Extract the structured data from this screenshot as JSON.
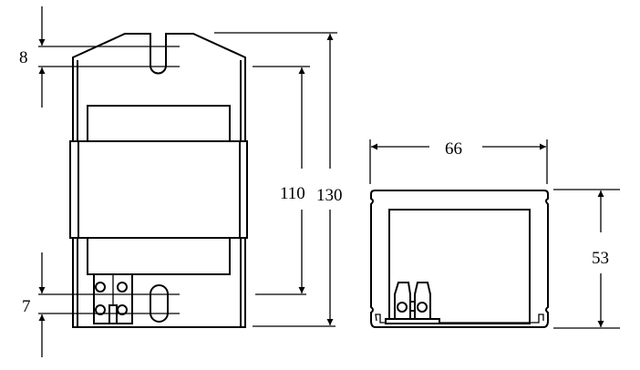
{
  "diagram": {
    "front_view": {
      "dim_slot_depth": "8",
      "dim_bottom_slot": "7",
      "dim_mount_spacing": "110",
      "dim_total_height": "130"
    },
    "side_view": {
      "dim_width": "66",
      "dim_height": "53"
    },
    "colors": {
      "line": "#000000",
      "background": "#ffffff"
    }
  }
}
